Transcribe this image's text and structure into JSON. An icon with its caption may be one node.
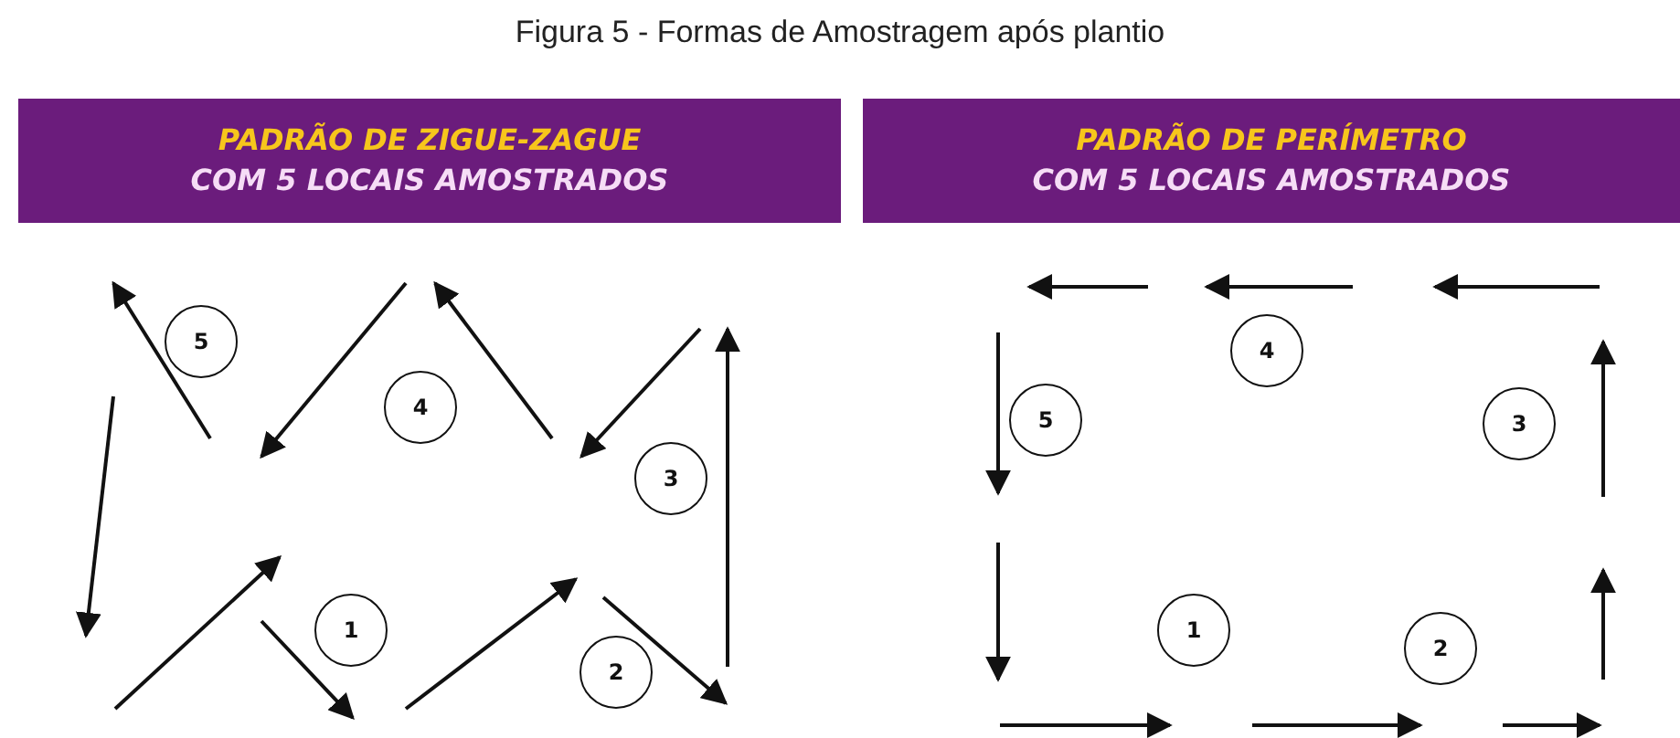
{
  "diagram": {
    "title": "Figura 5 - Formas de Amostragem após plantio",
    "nodes": [
      {
        "text": [
          "PADRÃO DE ZIGUE-ZAGUE",
          "COM 5 LOCAIS AMOSTRADOS"
        ]
      },
      {
        "text": [
          "PADRÃO DE PERÍMETRO",
          "COM 5 LOCAIS AMOSTRADOS"
        ]
      },
      {
        "text": [
          "5"
        ]
      },
      {
        "text": [
          "4"
        ]
      },
      {
        "text": [
          "3"
        ]
      },
      {
        "text": [
          "1"
        ]
      },
      {
        "text": [
          "2"
        ]
      },
      {
        "text": [
          "4"
        ]
      },
      {
        "text": [
          "5"
        ]
      },
      {
        "text": [
          "3"
        ]
      },
      {
        "text": [
          "1"
        ]
      },
      {
        "text": [
          "2"
        ]
      }
    ]
  }
}
